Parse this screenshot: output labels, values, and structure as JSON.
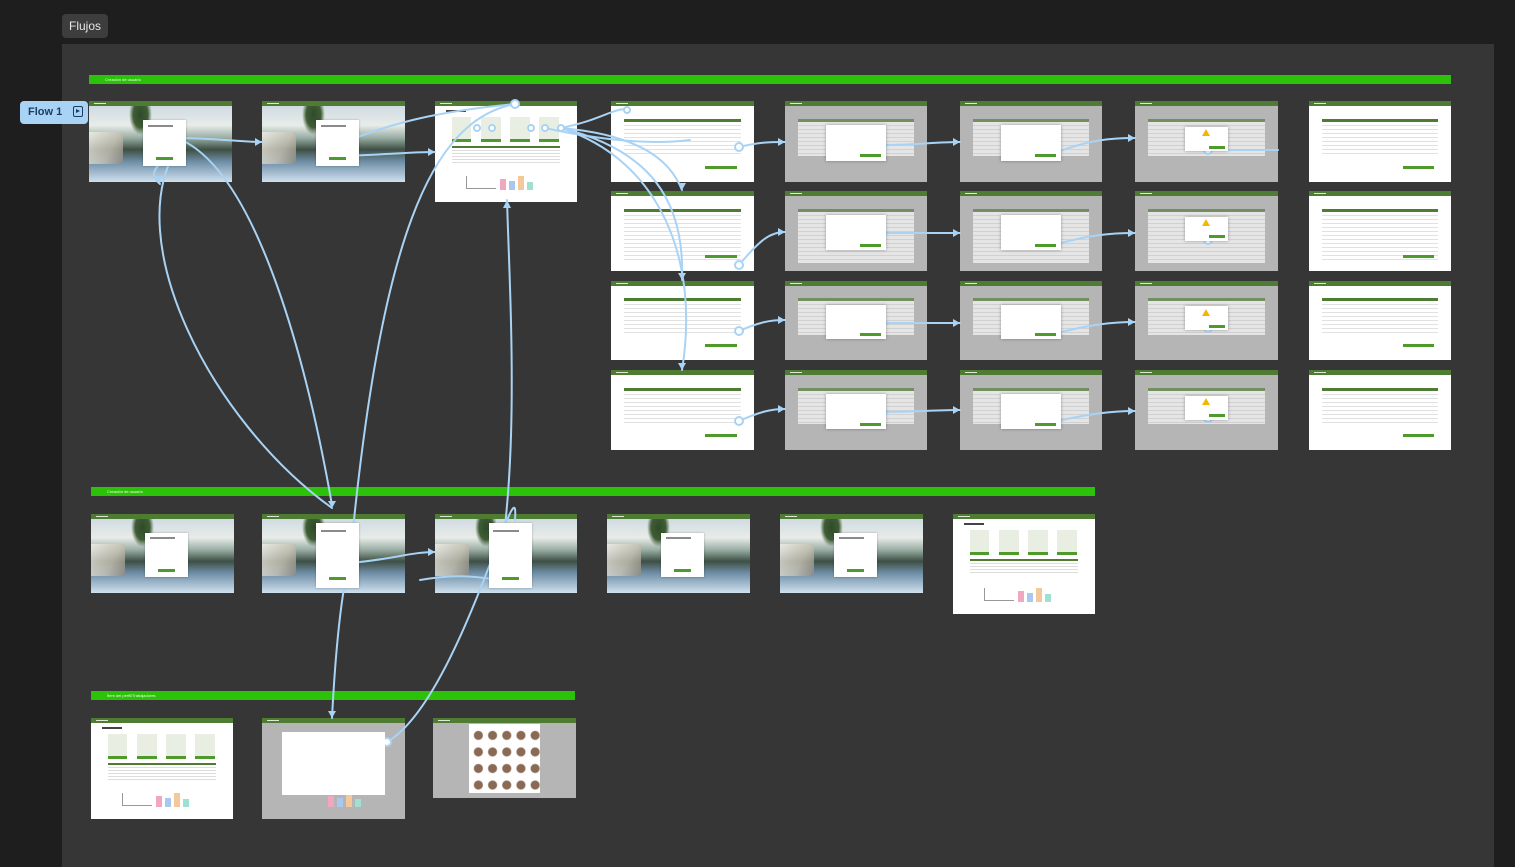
{
  "page": {
    "tab_label": "Flujos"
  },
  "flow": {
    "label": "Flow 1",
    "icon": "play-frame-icon"
  },
  "sections": [
    {
      "label": "Creación de usuario"
    },
    {
      "label": "Creación de usuario"
    },
    {
      "label": "Ítem del perfil/Trabajadores"
    }
  ],
  "colors": {
    "section_bar": "#2cc20a",
    "frame_header": "#4e7c33",
    "connector": "#a9d3f5",
    "canvas": "#363636",
    "background": "#1e1e1e"
  },
  "frames": {
    "row1": [
      "login",
      "login-form",
      "dashboard",
      "table",
      "table-modal",
      "table-modal",
      "table-confirm",
      "table"
    ],
    "row2": [
      "table",
      "table-modal",
      "table-modal",
      "table-confirm",
      "table"
    ],
    "row3": [
      "table",
      "table-modal",
      "table-modal",
      "table-confirm",
      "table"
    ],
    "row4": [
      "table",
      "table-modal",
      "table-modal",
      "table-confirm",
      "table"
    ],
    "section2": [
      "login",
      "register-form",
      "register-form",
      "login",
      "login",
      "dashboard"
    ],
    "section3": [
      "dashboard",
      "dashboard-profile-modal",
      "workers-grid"
    ]
  }
}
